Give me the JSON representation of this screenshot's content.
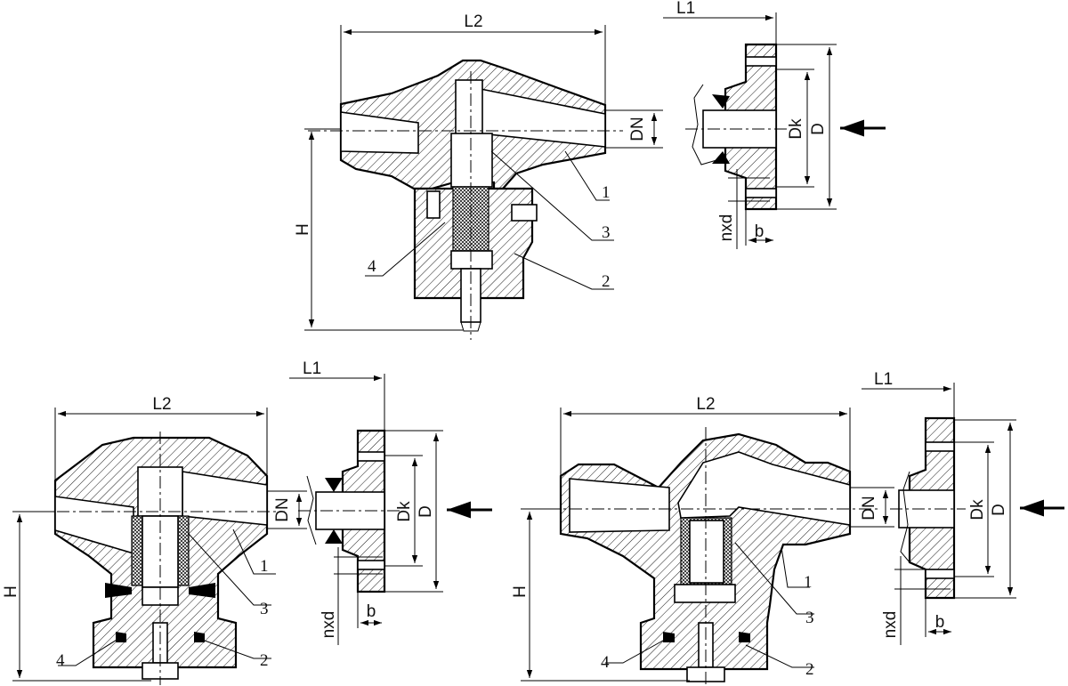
{
  "views": {
    "top": {
      "dims": {
        "l2": "L2",
        "h": "H",
        "dn": "DN",
        "l1": "L1",
        "dk": "Dk",
        "d": "D",
        "nxd": "nxd",
        "b": "b"
      },
      "parts": [
        "1",
        "2",
        "3",
        "4"
      ]
    },
    "bottom_left": {
      "dims": {
        "l2": "L2",
        "h": "H",
        "dn": "DN",
        "l1": "L1",
        "dk": "Dk",
        "d": "D",
        "nxd": "nxd",
        "b": "b"
      },
      "parts": [
        "1",
        "2",
        "3",
        "4"
      ]
    },
    "bottom_right": {
      "dims": {
        "l2": "L2",
        "h": "H",
        "dn": "DN",
        "l1": "L1",
        "dk": "Dk",
        "d": "D",
        "nxd": "nxd",
        "b": "b"
      },
      "parts": [
        "1",
        "2",
        "3",
        "4"
      ]
    }
  },
  "colors": {
    "line": "#000000",
    "background": "#ffffff"
  }
}
